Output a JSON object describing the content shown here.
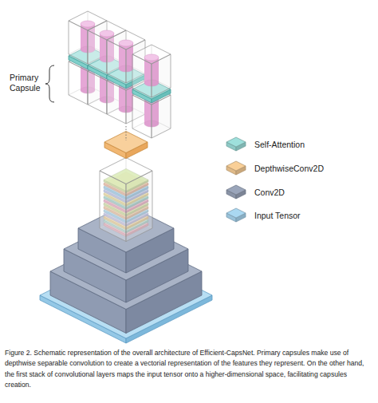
{
  "diagram": {
    "caption": "Figure 2. Schematic representation of the overall architecture of Efficient-CapsNet. Primary capsules make use of depthwise separable convolution to create a vectorial representation of the features they represent. On the other hand, the first stack of convolutional layers maps the input tensor onto a higher-dimensional space, facilitating capsules creation.",
    "labels": [
      "Primary Capsule"
    ],
    "legend": [
      {
        "text": "Self-Attention",
        "color": "#9ee0dc"
      },
      {
        "text": "DepthwiseConv2D",
        "color": "#f9cf97"
      },
      {
        "text": "Conv2D",
        "color": "#9aa5ba"
      },
      {
        "text": "Input Tensor",
        "color": "#aad8f1"
      }
    ]
  }
}
